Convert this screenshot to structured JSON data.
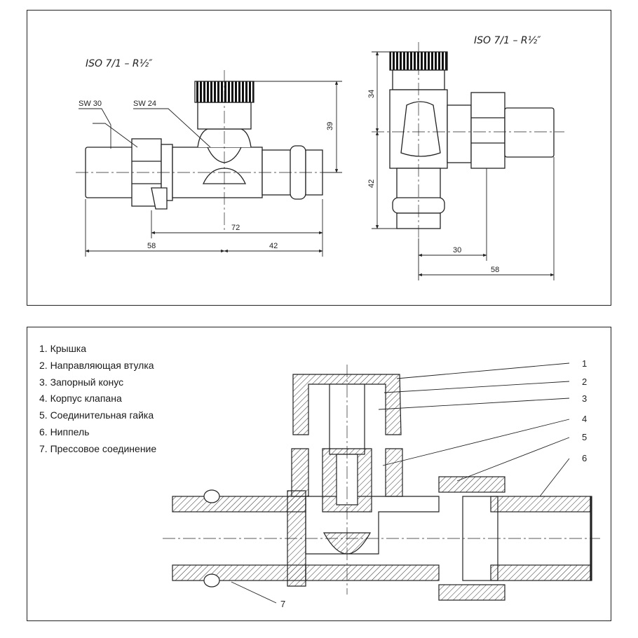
{
  "top_drawing": {
    "left_view": {
      "thread_label": "ISO 7/1 – R½″",
      "wrench_labels": [
        "SW 30",
        "SW 24"
      ],
      "dims": {
        "height": "39",
        "total": "72",
        "left": "58",
        "right": "42"
      }
    },
    "right_view": {
      "thread_label": "ISO 7/1 – R½″",
      "dims": {
        "upper": "34",
        "lower": "42",
        "inner": "30",
        "total": "58"
      }
    }
  },
  "legend": {
    "items": [
      "1. Крышка",
      "2. Направляющая втулка",
      "3. Запорный конус",
      "4. Корпус клапана",
      "5. Соединительная гайка",
      "6. Ниппель",
      "7. Прессовое соединение"
    ]
  },
  "callouts": [
    "1",
    "2",
    "3",
    "4",
    "5",
    "6",
    "7"
  ]
}
